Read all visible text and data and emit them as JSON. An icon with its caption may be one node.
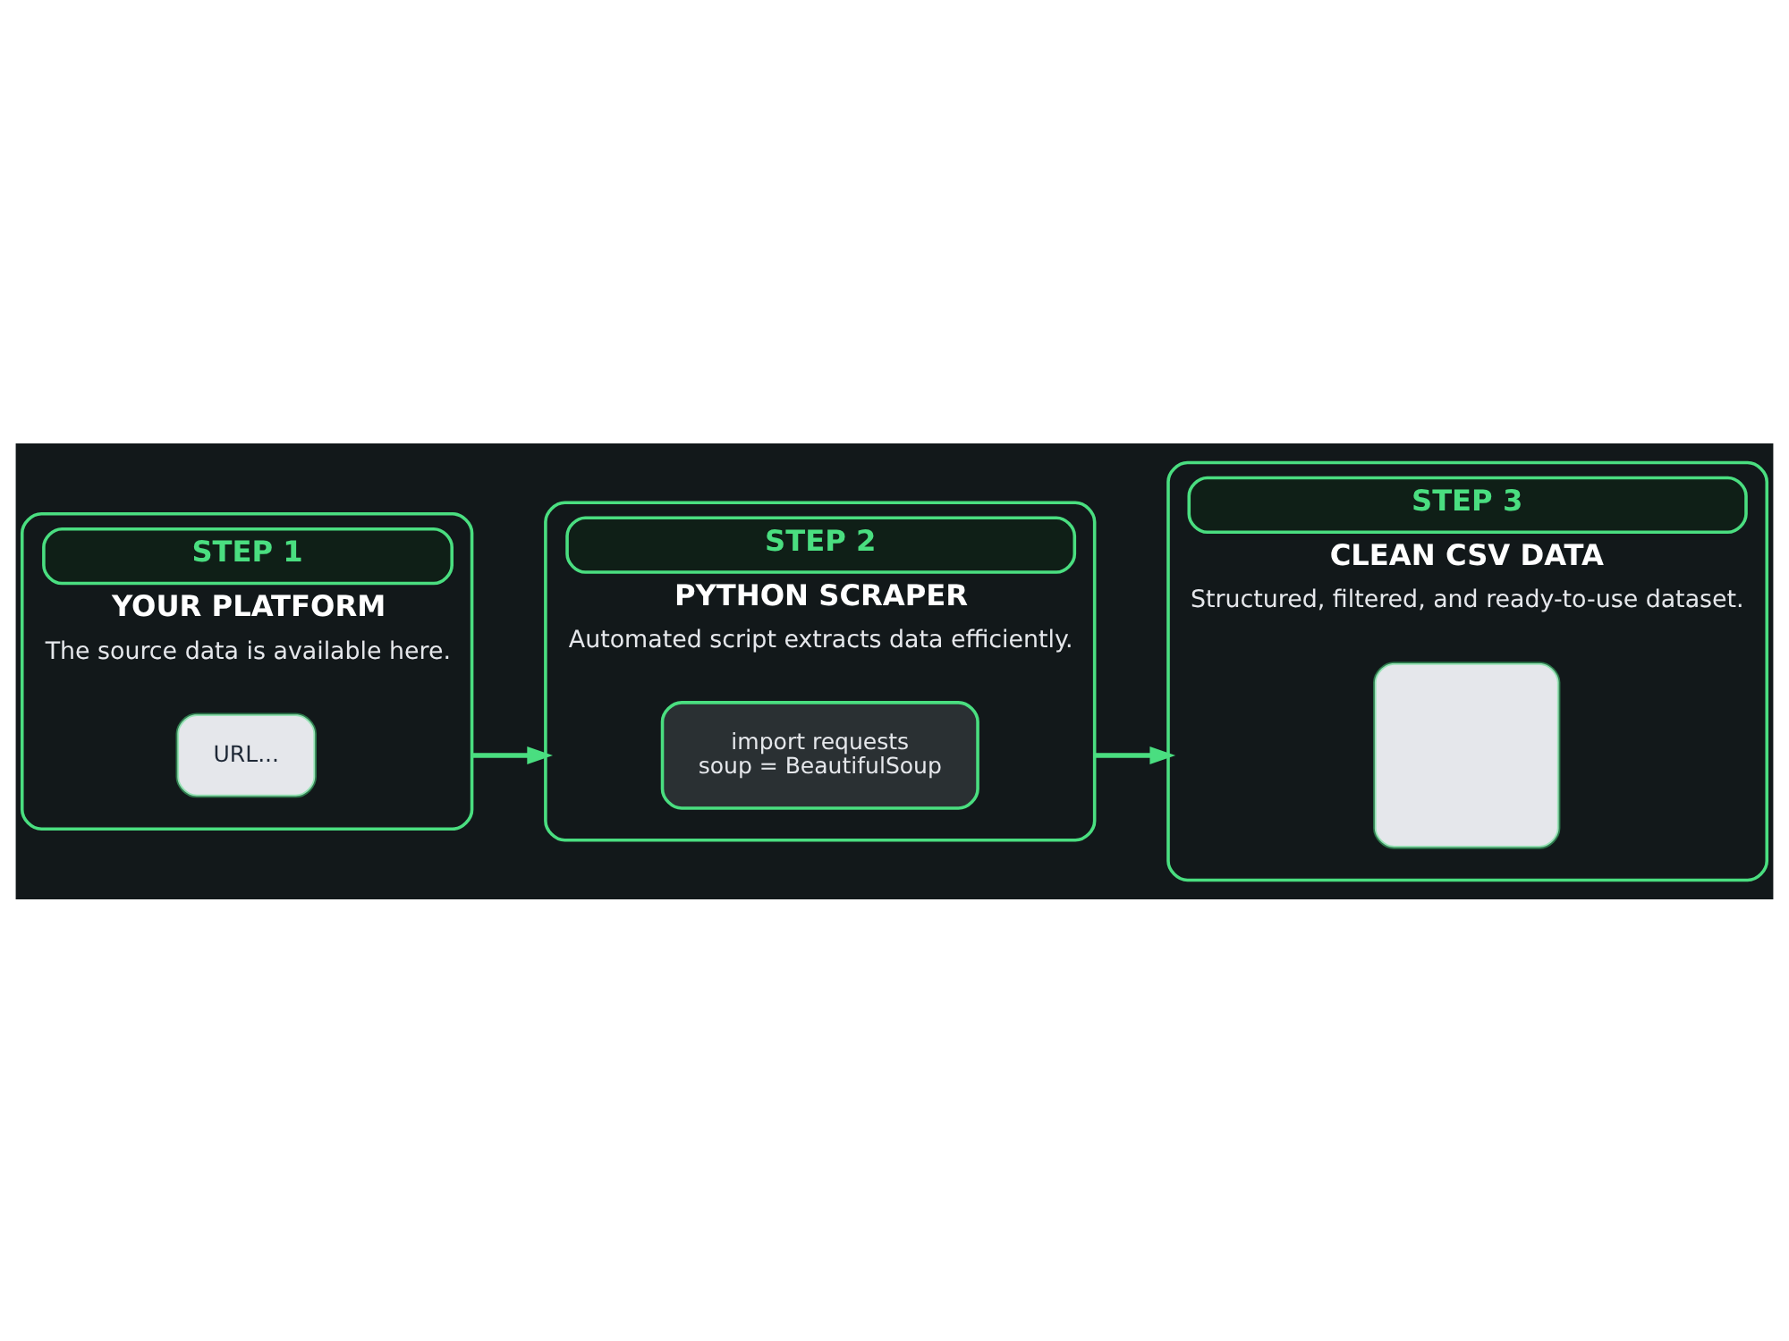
{
  "diagram": {
    "nodes": [
      {
        "text": [
          "STEP 1",
          "YOUR PLATFORM",
          "The source data is available here."
        ]
      },
      {
        "text": [
          "URL..."
        ],
        "in": 0
      },
      {
        "text": [
          "STEP 2",
          "PYTHON SCRAPER",
          "Automated script extracts data efficiently."
        ]
      },
      {
        "text": [
          "import requests",
          "soup = BeautifulSoup"
        ],
        "in": 2
      },
      {
        "text": [
          "STEP 3",
          "CLEAN CSV DATA",
          "Structured, filtered, and ready-to-use dataset."
        ]
      },
      {
        "text": [],
        "shape": "box",
        "in": 4
      }
    ],
    "edges": [
      {
        "from": 0,
        "to": 2,
        "arrow": "to"
      },
      {
        "from": 2,
        "to": 4,
        "arrow": "to"
      }
    ]
  }
}
